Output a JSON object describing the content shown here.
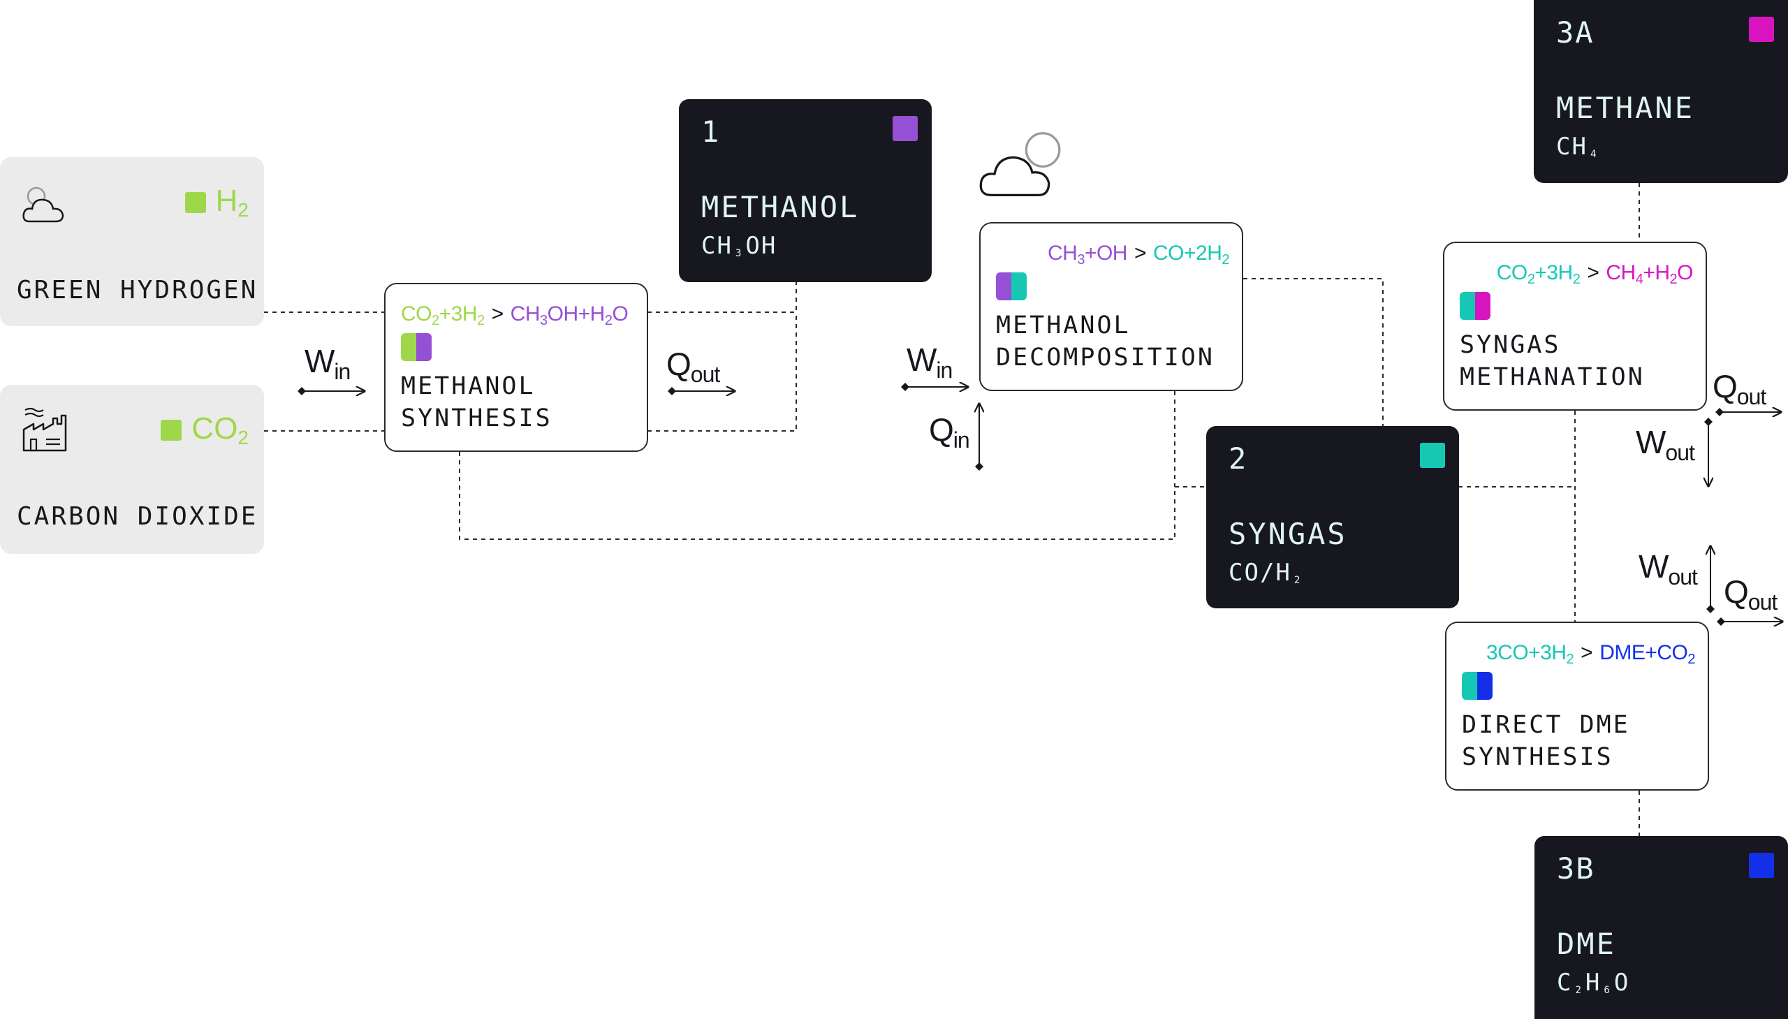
{
  "colors": {
    "hydrogen": "#9ed84a",
    "methanol": "#9550d6",
    "syngas": "#16c8b4",
    "methane": "#d814c0",
    "dme": "#1330e8",
    "dark": "#17181f"
  },
  "sources": {
    "hydrogen": {
      "label": "GREEN HYDROGEN",
      "chem_main": "H",
      "chem_sub": "2",
      "icon": "cloud-sun-icon"
    },
    "co2": {
      "label": "CARBON DIOXIDE",
      "chem_main": "CO",
      "chem_sub": "2",
      "icon": "factory-icon"
    }
  },
  "processes": {
    "methanol_synthesis": {
      "name": "METHANOL\nSYNTHESIS",
      "reactant_a": "CO",
      "reactant_a_sub": "2",
      "reactant_b": "+3H",
      "reactant_b_sub": "2",
      "arrow": ">",
      "product_a": "CH",
      "product_a_sub": "3",
      "product_b": "OH+H",
      "product_b_sub": "2",
      "product_c": "O"
    },
    "methanol_decomposition": {
      "name": "METHANOL\nDECOMPOSITION",
      "reactant_a": "CH",
      "reactant_a_sub": "3",
      "reactant_b": "+OH",
      "arrow": ">",
      "product_a": "CO+2H",
      "product_a_sub": "2"
    },
    "syngas_methanation": {
      "name": "SYNGAS\nMETHANATION",
      "reactant_a": "CO",
      "reactant_a_sub": "2",
      "reactant_b": "+3H",
      "reactant_b_sub": "2",
      "arrow": ">",
      "product_a": "CH",
      "product_a_sub": "4",
      "product_b": "+H",
      "product_b_sub": "2",
      "product_c": "O"
    },
    "direct_dme": {
      "name": "DIRECT DME\nSYNTHESIS",
      "reactant_a": "3CO+3H",
      "reactant_a_sub": "2",
      "arrow": ">",
      "product_a": "DME+CO",
      "product_a_sub": "2"
    }
  },
  "products": {
    "methanol": {
      "number": "1",
      "name": "METHANOL",
      "f1": "CH",
      "f1_sub": "3",
      "f2": "OH"
    },
    "syngas": {
      "number": "2",
      "name": "SYNGAS",
      "f1": "CO/H",
      "f1_sub": "2"
    },
    "methane": {
      "number": "3A",
      "name": "METHANE",
      "f1": "CH",
      "f1_sub": "4"
    },
    "dme": {
      "number": "3B",
      "name": "DME",
      "f1": "C",
      "f1_sub": "2",
      "f2": "H",
      "f2_sub": "6",
      "f3": "O"
    }
  },
  "flows": {
    "w": "W",
    "q": "Q",
    "in": "in",
    "out": "out"
  },
  "decor": {
    "decomposition_icon": "cloud-sun-icon"
  }
}
